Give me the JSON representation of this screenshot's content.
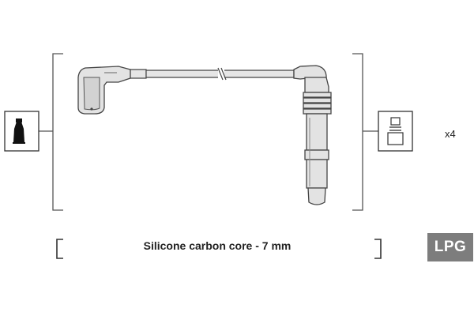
{
  "product": {
    "quantity_label": "x4",
    "description": "Silicone carbon core - 7 mm",
    "fuel_badge": "LPG"
  },
  "colors": {
    "line": "#444444",
    "badge_bg": "#7d7d7d",
    "badge_text": "#ffffff"
  },
  "icons": {
    "left_end": "plug-terminal-icon",
    "right_end": "coil-boot-icon"
  }
}
